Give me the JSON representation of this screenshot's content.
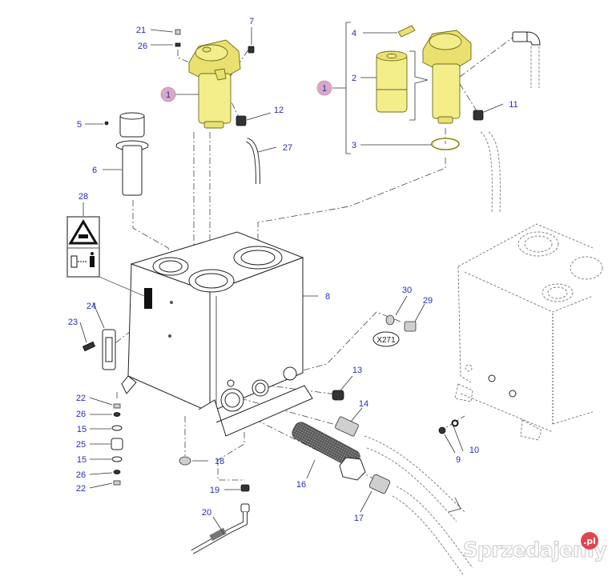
{
  "diagram": {
    "title": "Hydraulic tank with filters - exploded parts view",
    "callouts": [
      {
        "id": "c1a",
        "text": "1",
        "highlighted": true
      },
      {
        "id": "c1b",
        "text": "1",
        "highlighted": true
      },
      {
        "id": "c2",
        "text": "2"
      },
      {
        "id": "c3",
        "text": "3"
      },
      {
        "id": "c4",
        "text": "4"
      },
      {
        "id": "c5",
        "text": "5"
      },
      {
        "id": "c6",
        "text": "6"
      },
      {
        "id": "c7",
        "text": "7"
      },
      {
        "id": "c8",
        "text": "8"
      },
      {
        "id": "c9",
        "text": "9"
      },
      {
        "id": "c10",
        "text": "10"
      },
      {
        "id": "c11",
        "text": "11"
      },
      {
        "id": "c12",
        "text": "12"
      },
      {
        "id": "c13",
        "text": "13"
      },
      {
        "id": "c14",
        "text": "14"
      },
      {
        "id": "c15a",
        "text": "15"
      },
      {
        "id": "c15b",
        "text": "15"
      },
      {
        "id": "c16",
        "text": "16"
      },
      {
        "id": "c17",
        "text": "17"
      },
      {
        "id": "c18",
        "text": "18"
      },
      {
        "id": "c19",
        "text": "19"
      },
      {
        "id": "c20",
        "text": "20"
      },
      {
        "id": "c21",
        "text": "21"
      },
      {
        "id": "c22a",
        "text": "22"
      },
      {
        "id": "c22b",
        "text": "22"
      },
      {
        "id": "c23",
        "text": "23"
      },
      {
        "id": "c24",
        "text": "24"
      },
      {
        "id": "c25",
        "text": "25"
      },
      {
        "id": "c26a",
        "text": "26"
      },
      {
        "id": "c26b",
        "text": "26"
      },
      {
        "id": "c26c",
        "text": "26"
      },
      {
        "id": "c27",
        "text": "27"
      },
      {
        "id": "c28",
        "text": "28"
      },
      {
        "id": "c29",
        "text": "29"
      },
      {
        "id": "c30",
        "text": "30"
      }
    ],
    "connector_tag": "X271",
    "colors": {
      "callout_text": "#2a2ac0",
      "highlight_badge": "#d9a9c4",
      "filter_yellow": "#f3ee8a",
      "watermark_badge": "#e0454f"
    }
  },
  "watermark": {
    "brand": "Sprzedajemy",
    "suffix": ".pl"
  }
}
